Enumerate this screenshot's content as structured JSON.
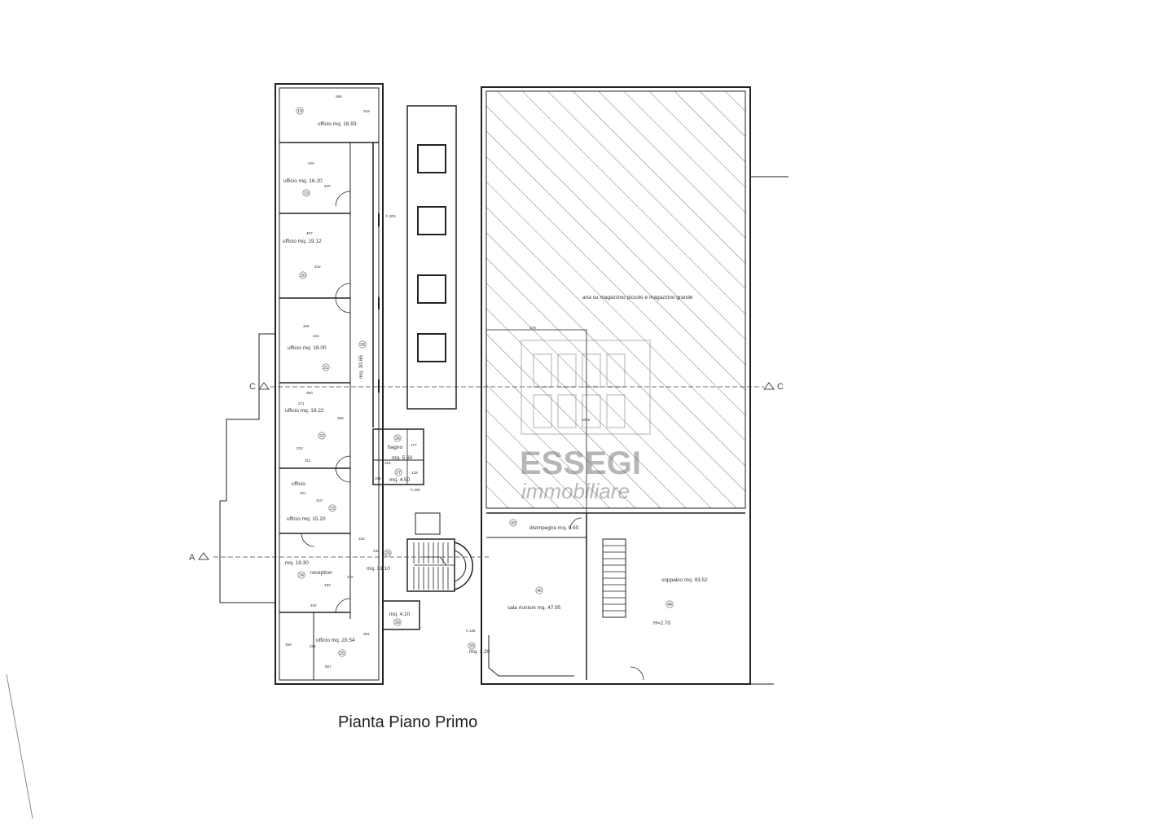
{
  "title": "Pianta Piano Primo",
  "watermark": {
    "brand": "ESSEGI",
    "sub": "immobiliare"
  },
  "section_markers": {
    "a": "A",
    "c_left": "C",
    "c_right": "C"
  },
  "rooms": [
    {
      "id": "19",
      "num": "19",
      "label": "ufficio mq. 18.93"
    },
    {
      "id": "19b",
      "num": "19",
      "label": "ufficio mq. 16.20"
    },
    {
      "id": "20",
      "num": "20",
      "label": "ufficio mq. 19.12"
    },
    {
      "id": "21",
      "num": "21",
      "label": "ufficio mq. 18.00"
    },
    {
      "id": "22",
      "num": "22",
      "label": "ufficio mq. 19.22"
    },
    {
      "id": "23a",
      "num": "",
      "label": "ufficio"
    },
    {
      "id": "23",
      "num": "23",
      "label": "ufficio mq. 15.20"
    },
    {
      "id": "24",
      "num": "24",
      "label": "mq. 19.30"
    },
    {
      "id": "24r",
      "num": "",
      "label": "reception"
    },
    {
      "id": "25",
      "num": "25",
      "label": "ufficio mq. 20.54"
    },
    {
      "id": "28",
      "num": "28",
      "label": "mq. 30.65"
    },
    {
      "id": "26",
      "num": "26",
      "label": "bagno"
    },
    {
      "id": "26m",
      "num": "",
      "label": "mq. 5.60"
    },
    {
      "id": "27",
      "num": "27",
      "label": "mq. 4.50"
    },
    {
      "id": "29",
      "num": "29",
      "label": "mq. 31.10"
    },
    {
      "id": "30",
      "num": "30",
      "label": "mq. 4.10"
    },
    {
      "id": "33",
      "num": "33",
      "label": "mq. 3.20"
    },
    {
      "id": "43",
      "num": "43",
      "label": "disimpegno mq. 9.60"
    },
    {
      "id": "45",
      "num": "45",
      "label": "sala riunioni mq. 47.95"
    },
    {
      "id": "44",
      "num": "44",
      "label": "soppalco mq. 93.52"
    },
    {
      "id": "44h",
      "num": "",
      "label": "H=2.70"
    },
    {
      "id": "void",
      "num": "",
      "label": "aria su magazzino piccolo e magazzino grande"
    }
  ],
  "dimensions": [
    "566",
    "318",
    "428",
    "420",
    "407",
    "402",
    "406",
    "421",
    "350",
    "271",
    "308",
    "222",
    "311",
    "401",
    "410",
    "333",
    "436",
    "316",
    "493",
    "402",
    "366",
    "322",
    "567",
    "384",
    "578",
    "1025",
    "177",
    "128",
    "159",
    "316",
    "h 300",
    "h 195",
    "h 135"
  ]
}
